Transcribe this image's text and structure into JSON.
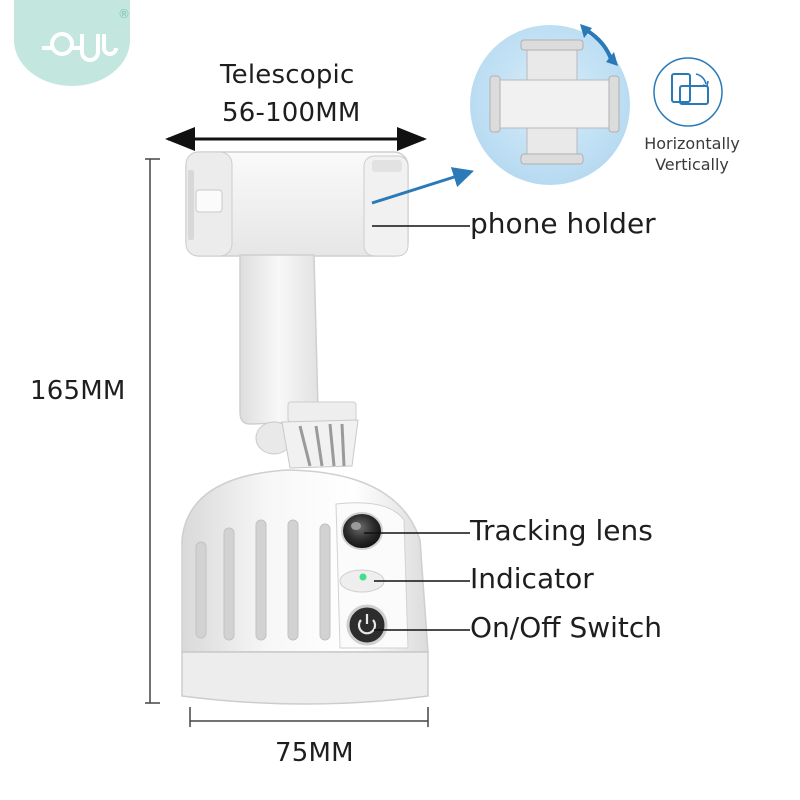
{
  "logo": {
    "name": "brand-logo-icon",
    "mark": "QJU",
    "trademark": "®",
    "color": "#c3e6de"
  },
  "dimensions": {
    "telescopic_line1": "Telescopic",
    "telescopic_line2": "56-100MM",
    "height": "165MM",
    "width": "75MM"
  },
  "inset": {
    "rotate_icon": "rotate-phone-icon",
    "line1": "Horizontally",
    "line2": "Vertically"
  },
  "callouts": {
    "phone_holder": "phone holder",
    "tracking_lens": "Tracking lens",
    "indicator": "Indicator",
    "switch": "On/Off Switch"
  },
  "colors": {
    "accent_blue": "#2a7ab8",
    "inset_bg": "#bfdff3",
    "indicator_green": "#3ee08a",
    "product_white": "#f4f4f4"
  }
}
